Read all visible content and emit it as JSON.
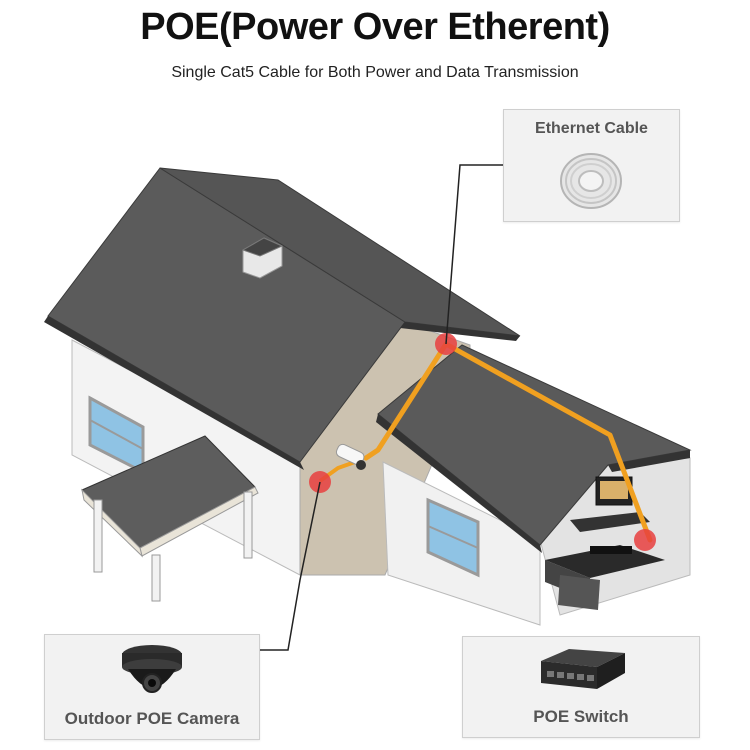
{
  "header": {
    "title": "POE(Power Over Etherent)",
    "subtitle": "Single Cat5 Cable for Both Power and Data Transmission"
  },
  "callouts": {
    "ethernet_cable": {
      "label": "Ethernet Cable",
      "icon": "cable-coil-icon"
    },
    "camera": {
      "label": "Outdoor POE Camera",
      "icon": "dome-camera-icon"
    },
    "switch": {
      "label": "POE Switch",
      "icon": "network-switch-icon"
    }
  },
  "colors": {
    "cable": "#f0a020",
    "connection_point": "#e84040",
    "roof": "#5e5e5e",
    "wall": "#f1f1f1",
    "window": "#8fc3e4"
  }
}
